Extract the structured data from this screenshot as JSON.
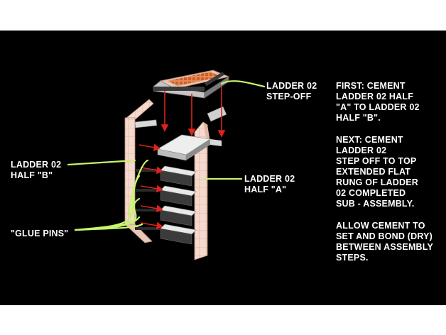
{
  "labels": {
    "step_off": [
      "LADDER 02",
      "STEP-OFF"
    ],
    "half_b": [
      "LADDER 02",
      "HALF \"B\""
    ],
    "half_a": [
      "LADDER 02",
      "HALF \"A\""
    ],
    "glue_pins": "\"GLUE PINS\""
  },
  "instructions": {
    "first": [
      "FIRST: CEMENT",
      "LADDER 02 HALF",
      "\"A\" TO LADDER 02",
      "HALF \"B\"."
    ],
    "next": [
      "NEXT:  CEMENT",
      "LADDER 02",
      "STEP OFF  TO TOP",
      "EXTENDED FLAT",
      "RUNG OF LADDER",
      "02 COMPLETED",
      "SUB - ASSEMBLY."
    ],
    "allow": [
      "ALLOW CEMENT TO",
      "SET AND BOND (DRY)",
      "BETWEEN ASSEMBLY",
      "STEPS."
    ]
  },
  "colors": {
    "background": "#000000",
    "callout_line": "#c6f56a",
    "assembly_arrow": "#e0221c",
    "rail_face": "#f4d9cc",
    "step_off_grid": "#e0804a"
  }
}
